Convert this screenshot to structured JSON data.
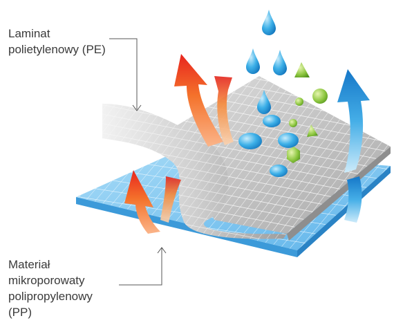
{
  "labels": {
    "pe": [
      "Laminat",
      "polietylenowy (PE)"
    ],
    "pp": [
      "Materiał",
      "mikroporowaty",
      "polipropylenowy",
      "(PP)"
    ]
  },
  "colors": {
    "pp_layer": "#7cc3ee",
    "pp_edge": "#2d93d6",
    "pe_layer": "#c8c8c8",
    "pe_grid": "#f4f4f4",
    "heat_arrow_start": "#e8251e",
    "heat_arrow_end": "#fbb58a",
    "vapor_arrow_start": "#9fd6f2",
    "vapor_arrow_end": "#1a7fcf",
    "water_drop": "#29a3e0",
    "particle_green": "#8cc63f",
    "leader_line": "#555555"
  },
  "icons": [
    "water-drop-icon",
    "heat-arrow-icon",
    "vapor-arrow-icon",
    "particle-icon"
  ]
}
